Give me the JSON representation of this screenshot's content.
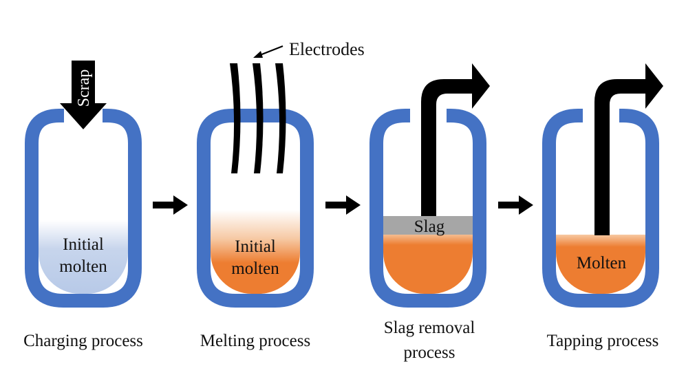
{
  "colors": {
    "vessel_wall": "#4472C4",
    "initial_molten": "#C7D5EC",
    "molten": "#ED7D31",
    "molten_light": "#F6C9A4",
    "slag": "#A6A6A6",
    "arrow": "#000000"
  },
  "labels": {
    "scrap": "Scrap",
    "electrodes": "Electrodes",
    "slag": "Slag",
    "initial_molten_1_line1": "Initial",
    "initial_molten_1_line2": "molten",
    "initial_molten_2_line1": "Initial",
    "initial_molten_2_line2": "molten",
    "molten": "Molten"
  },
  "stages": [
    {
      "caption": [
        "Charging process"
      ]
    },
    {
      "caption": [
        "Melting process"
      ]
    },
    {
      "caption": [
        "Slag removal",
        "process"
      ]
    },
    {
      "caption": [
        "Tapping process"
      ]
    }
  ]
}
